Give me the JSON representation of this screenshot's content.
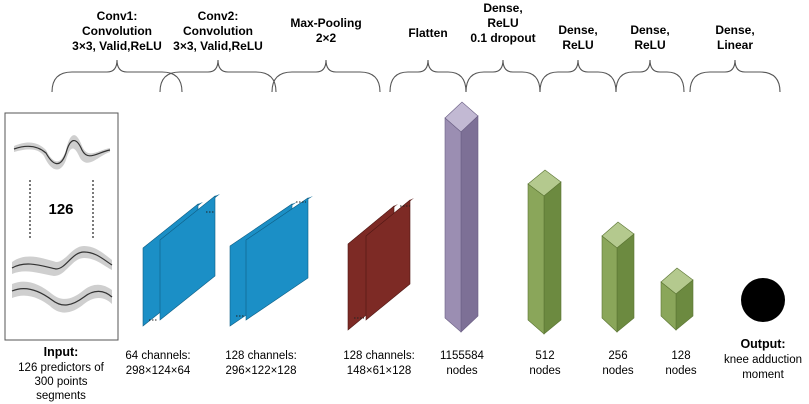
{
  "headers": [
    {
      "lines": [
        "Conv1:",
        "Convolution",
        "3×3, Valid,ReLU"
      ]
    },
    {
      "lines": [
        "Conv2:",
        "Convolution",
        "3×3, Valid,ReLU"
      ]
    },
    {
      "lines": [
        "Max-Pooling",
        "2×2"
      ]
    },
    {
      "lines": [
        "Flatten"
      ]
    },
    {
      "lines": [
        "Dense,",
        "ReLU",
        "0.1 dropout"
      ]
    },
    {
      "lines": [
        "Dense,",
        "ReLU"
      ]
    },
    {
      "lines": [
        "Dense,",
        "ReLU"
      ]
    },
    {
      "lines": [
        "Dense,",
        "Linear"
      ]
    }
  ],
  "input_panel": {
    "count_label": "126"
  },
  "captions": {
    "input": {
      "title": "Input:",
      "lines": [
        "126 predictors of",
        "300 points",
        "segments"
      ]
    },
    "conv1": {
      "lines": [
        "64 channels:",
        "298×124×64"
      ]
    },
    "conv2": {
      "lines": [
        "128 channels:",
        "296×122×128"
      ]
    },
    "pool": {
      "lines": [
        "128 channels:",
        "148×61×128"
      ]
    },
    "flatten": {
      "lines": [
        "1155584",
        "nodes"
      ]
    },
    "dense1": {
      "lines": [
        "512",
        "nodes"
      ]
    },
    "dense2": {
      "lines": [
        "256",
        "nodes"
      ]
    },
    "dense3": {
      "lines": [
        "128",
        "nodes"
      ]
    },
    "output": {
      "title": "Output:",
      "lines": [
        "knee adduction",
        "moment"
      ]
    }
  },
  "colors": {
    "conv": "#1b8fc6",
    "conv_side": "#136e99",
    "pool": "#7d2a25",
    "pool_side": "#5e1d19",
    "flatten_front": "#9b8eb2",
    "flatten_side": "#7d7096",
    "flatten_top": "#c2b9d3",
    "dense_front": "#8aa65a",
    "dense_side": "#6c8a40",
    "dense_top": "#b4c98e",
    "output": "#000000"
  }
}
